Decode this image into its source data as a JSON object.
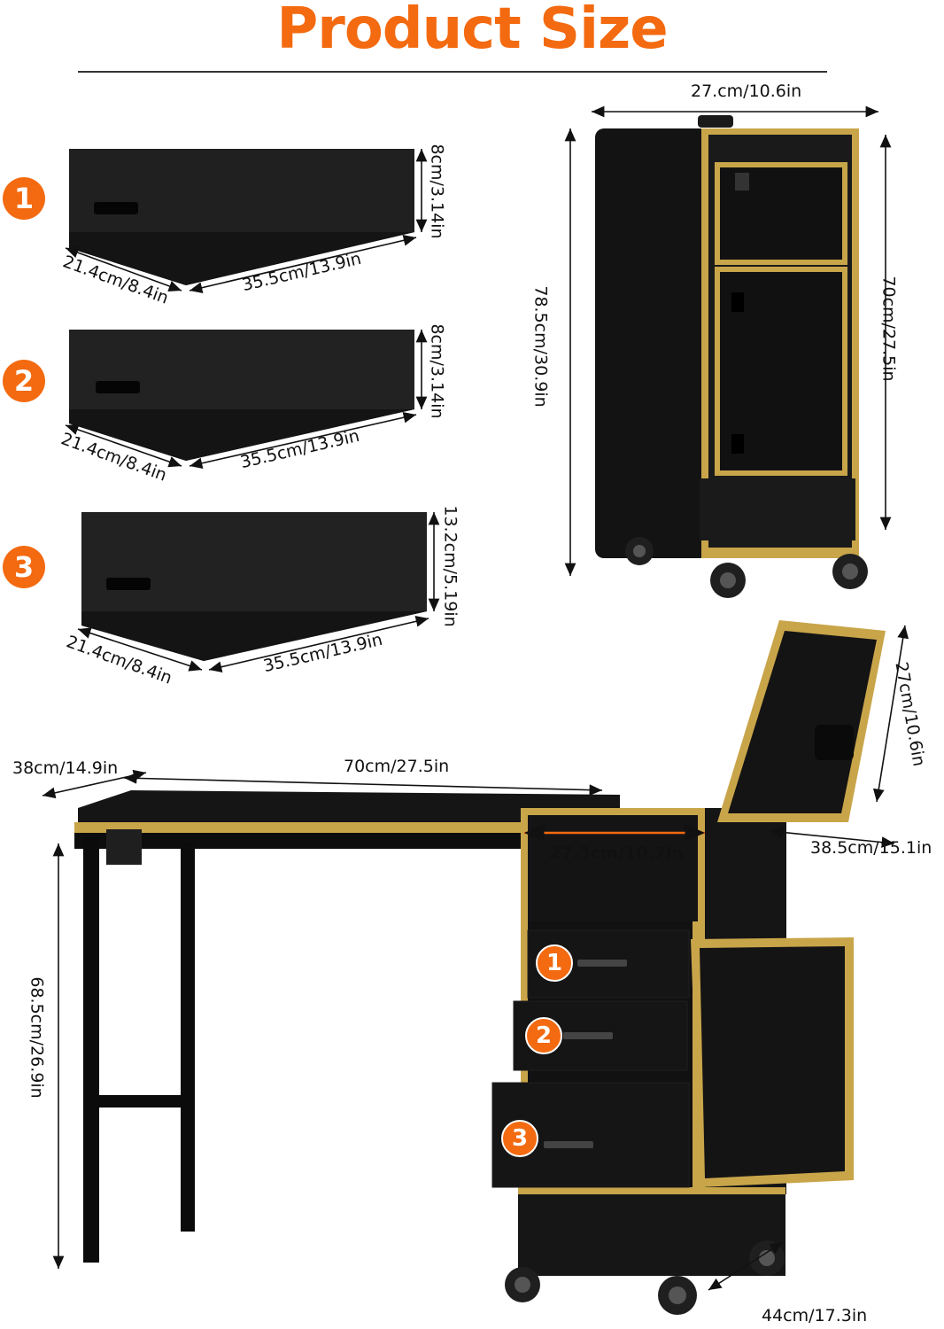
{
  "title": "Product Size",
  "drawers": [
    {
      "number": "1",
      "height": "8cm/3.14in",
      "depth": "21.4cm/8.4in",
      "width": "35.5cm/13.9in"
    },
    {
      "number": "2",
      "height": "8cm/3.14in",
      "depth": "21.4cm/8.4in",
      "width": "35.5cm/13.9in"
    },
    {
      "number": "3",
      "height": "13.2cm/5.19in",
      "depth": "21.4cm/8.4in",
      "width": "35.5cm/13.9in"
    }
  ],
  "closed_case": {
    "width": "27.cm/10.6in",
    "total_height": "78.5cm/30.9in",
    "body_height": "70cm/27.5in"
  },
  "open_table": {
    "table_depth": "38cm/14.9in",
    "table_length": "70cm/27.5in",
    "lid_height": "27cm/10.6in",
    "inner_width": "27.3cm/10.7in",
    "lid_depth": "38.5cm/15.1in",
    "leg_height": "68.5cm/26.9in",
    "base_depth": "44cm/17.3in"
  },
  "colors": {
    "accent": "#f36a10",
    "gold_trim": "#c9a54a",
    "case_black": "#161616"
  }
}
